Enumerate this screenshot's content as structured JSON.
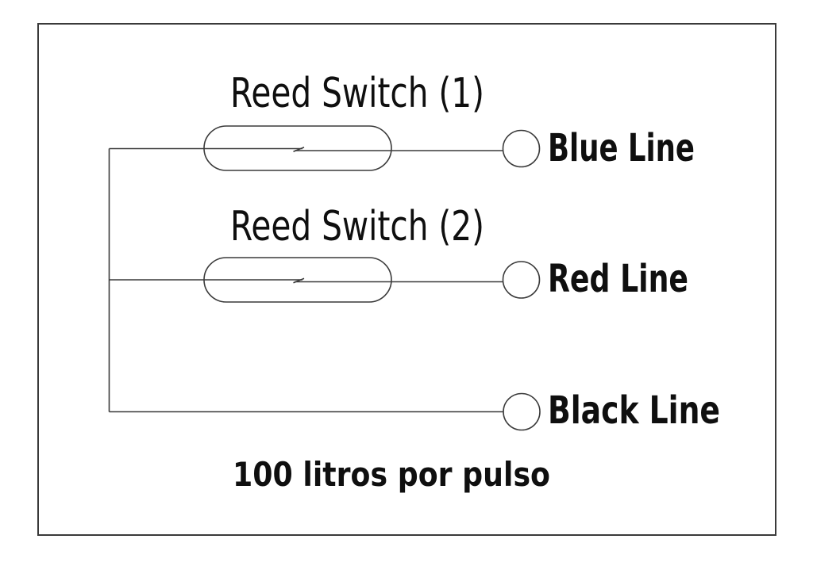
{
  "colors": {
    "line": "#3a3a3a",
    "text": "#0f0f0f",
    "background": "#ffffff"
  },
  "diagram": {
    "reed_switch_1": {
      "label": "Reed Switch (1)",
      "terminal_label": "Blue Line"
    },
    "reed_switch_2": {
      "label": "Reed Switch (2)",
      "terminal_label": "Red Line"
    },
    "common_terminal": {
      "label": "Black Line"
    },
    "caption": "100 litros por pulso"
  }
}
